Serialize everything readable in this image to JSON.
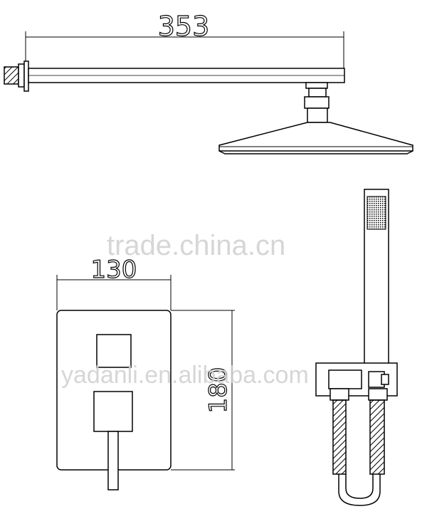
{
  "dimensions": {
    "arm_length": "353",
    "plate_width": "130",
    "plate_height": "180"
  },
  "watermarks": {
    "top": "trade.china.cn",
    "middle": "yadanli.en.alibaba.com"
  }
}
